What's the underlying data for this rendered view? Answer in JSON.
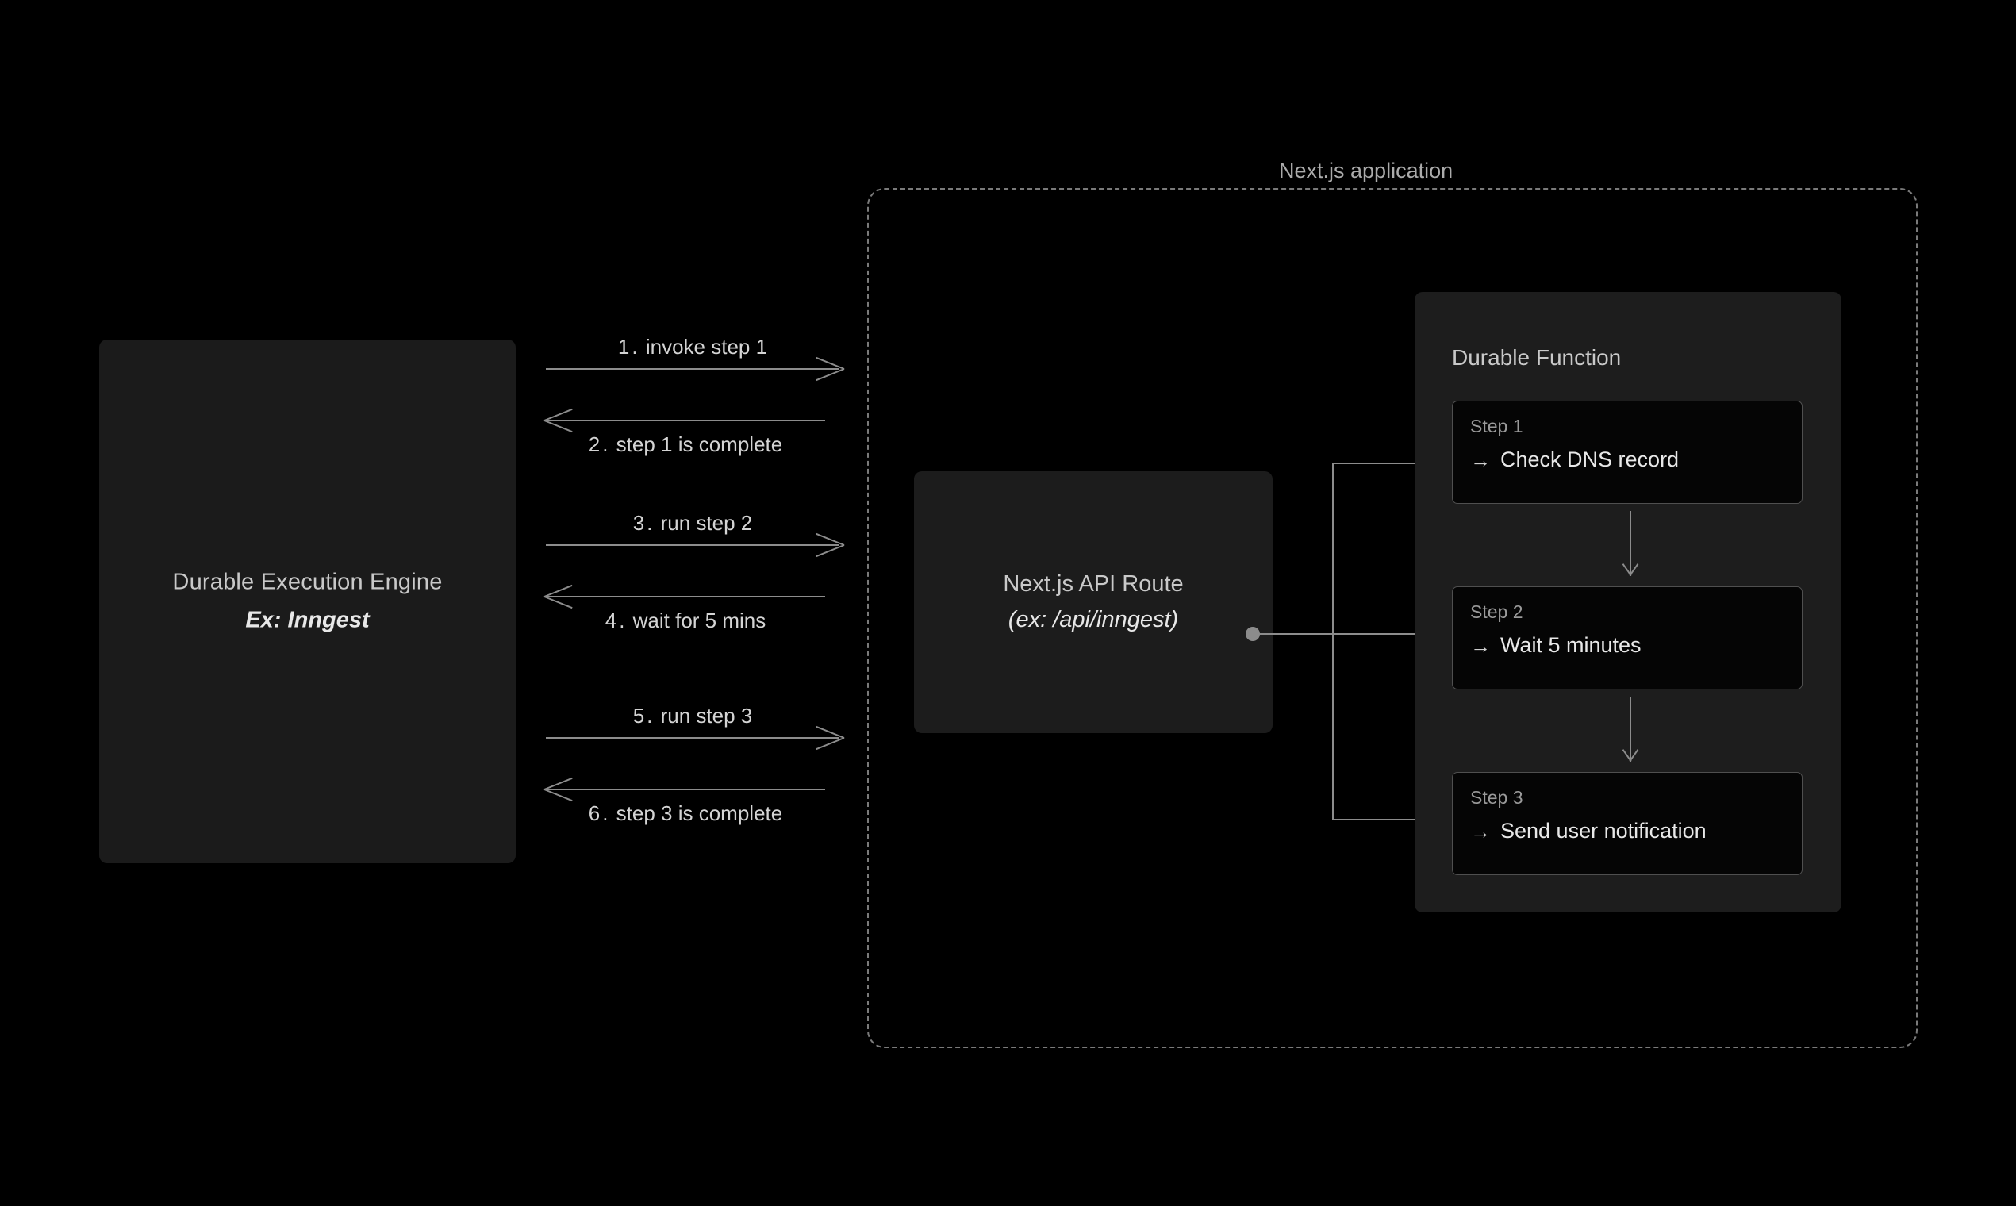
{
  "canvas": {
    "background": "#000000",
    "line_color": "#8c8c8c",
    "text_color": "#d4d4d4",
    "muted_text_color": "#9a9a9a"
  },
  "engine": {
    "title": "Durable Execution Engine",
    "subtitle": "Ex: Inngest"
  },
  "messages": [
    {
      "num": "1.",
      "label": "invoke step 1",
      "direction": "right"
    },
    {
      "num": "2.",
      "label": "step 1 is complete",
      "direction": "left"
    },
    {
      "num": "3.",
      "label": "run step 2",
      "direction": "right"
    },
    {
      "num": "4.",
      "label": "wait for 5 mins",
      "direction": "left"
    },
    {
      "num": "5.",
      "label": "run step 3",
      "direction": "right"
    },
    {
      "num": "6.",
      "label": "step 3 is complete",
      "direction": "left"
    }
  ],
  "application": {
    "title": "Next.js application",
    "api_route": {
      "title": "Next.js API Route",
      "subtitle": "(ex: /api/inngest)"
    },
    "durable_function": {
      "title": "Durable Function",
      "steps": [
        {
          "label": "Step 1",
          "arrow": "→",
          "text": "Check DNS record"
        },
        {
          "label": "Step 2",
          "arrow": "→",
          "text": "Wait 5 minutes"
        },
        {
          "label": "Step 3",
          "arrow": "→",
          "text": "Send user notification"
        }
      ]
    }
  }
}
